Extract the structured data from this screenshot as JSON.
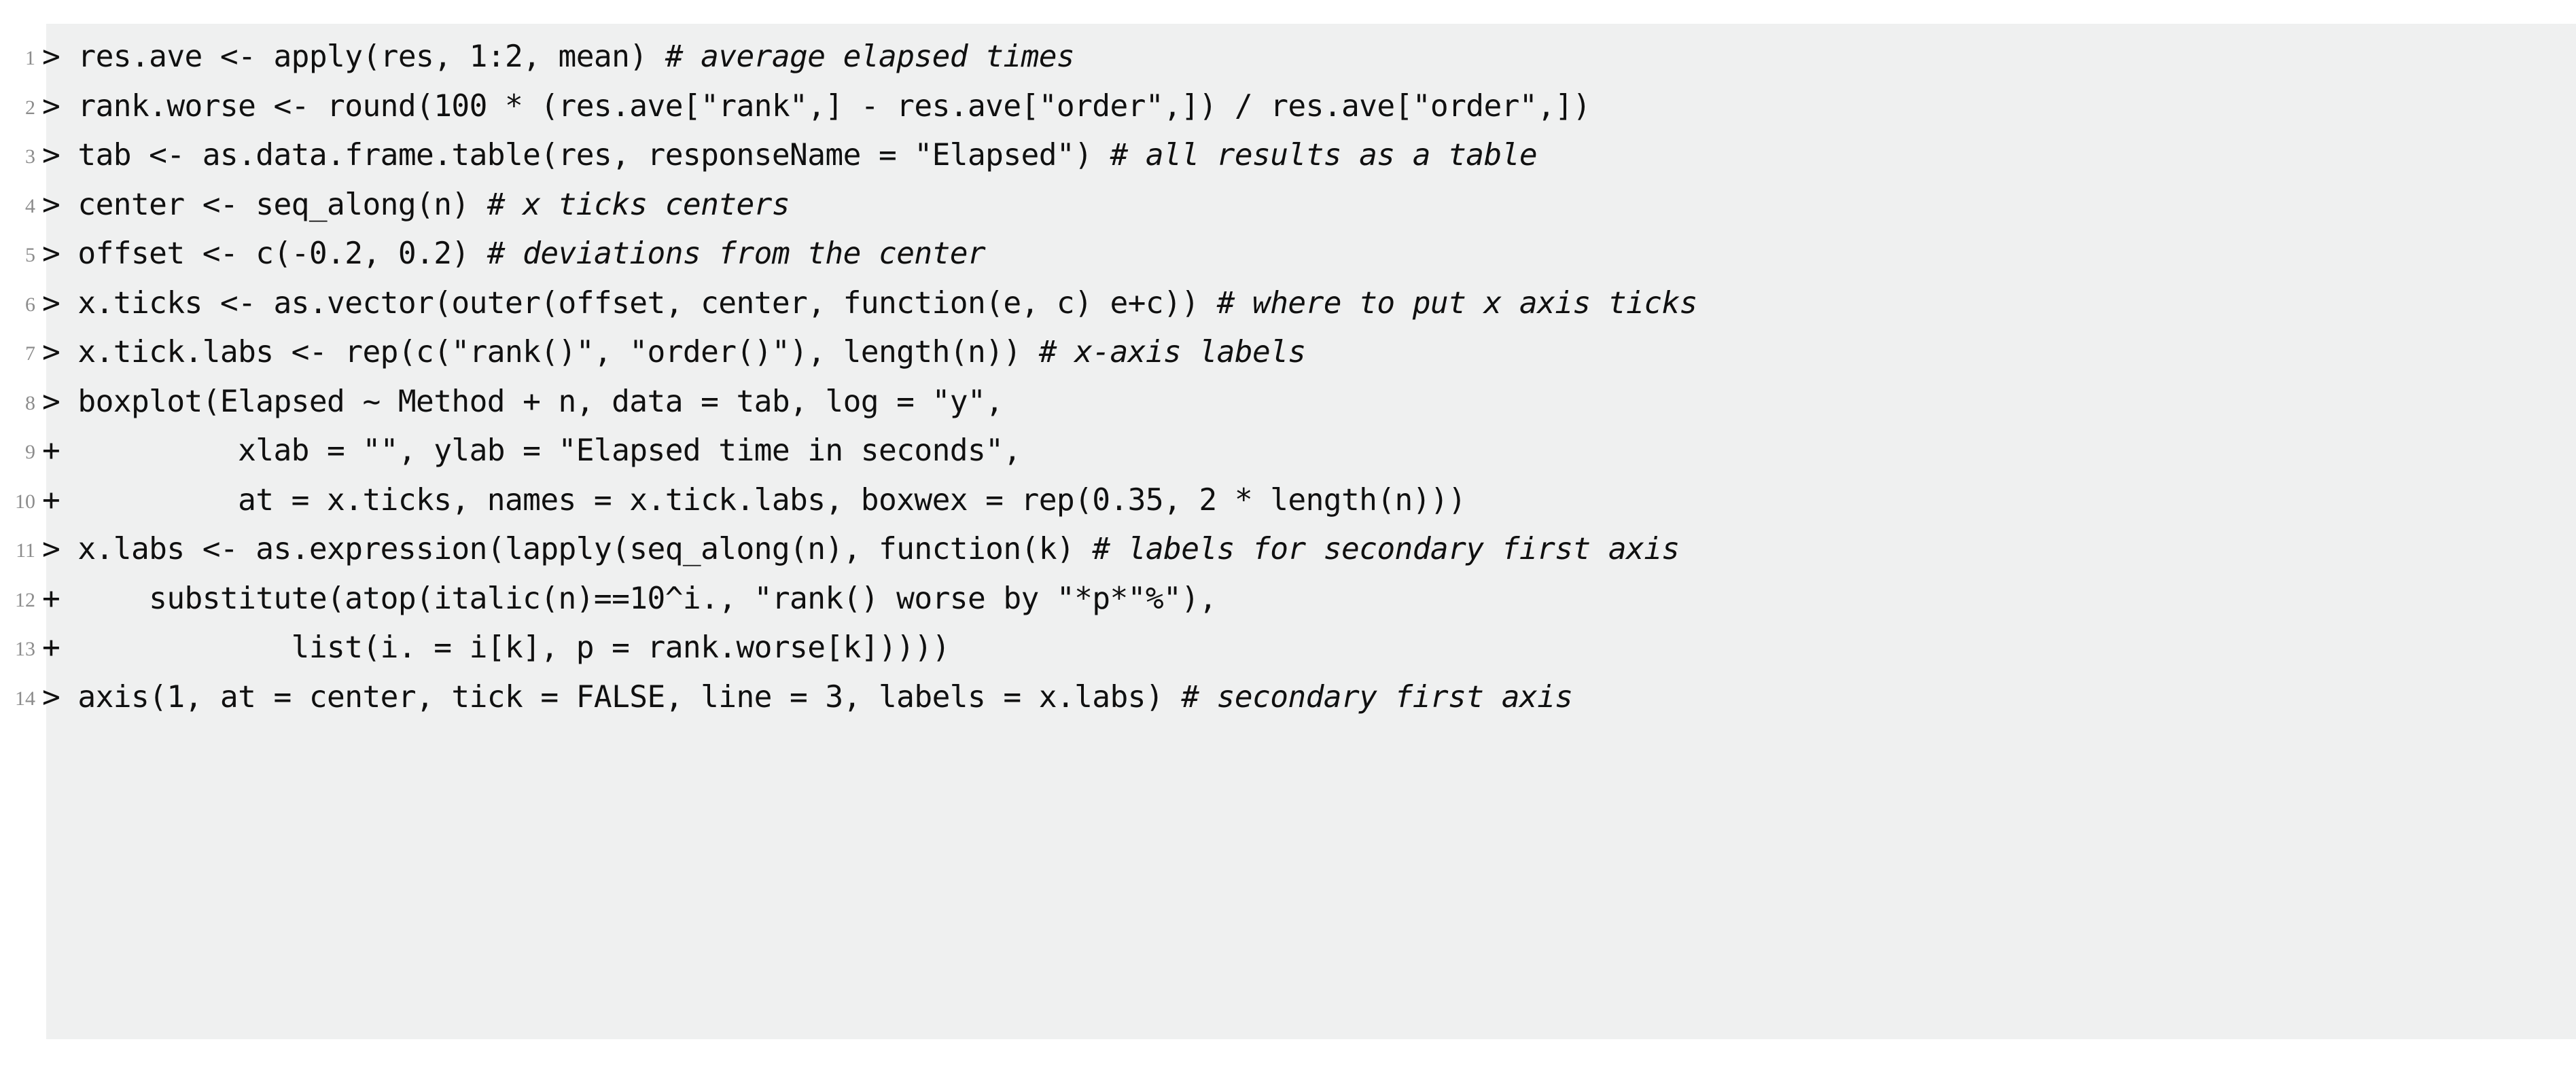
{
  "document": {
    "type": "r-code-listing",
    "background_color": "#ffffff",
    "code_block_color": "#eff0f0",
    "text_color": "#101010",
    "lineno_color": "#8c8c8c"
  },
  "lines": [
    {
      "no": "1",
      "code": "> res.ave <- apply(res, 1:2, mean) ",
      "comment": "# average elapsed times"
    },
    {
      "no": "2",
      "code": "> rank.worse <- round(100 * (res.ave[\"rank\",] - res.ave[\"order\",]) / res.ave[\"order\",])",
      "comment": ""
    },
    {
      "no": "3",
      "code": "> tab <- as.data.frame.table(res, responseName = \"Elapsed\") ",
      "comment": "# all results as a table"
    },
    {
      "no": "4",
      "code": "> center <- seq_along(n) ",
      "comment": "# x ticks centers"
    },
    {
      "no": "5",
      "code": "> offset <- c(-0.2, 0.2) ",
      "comment": "# deviations from the center"
    },
    {
      "no": "6",
      "code": "> x.ticks <- as.vector(outer(offset, center, function(e, c) e+c)) ",
      "comment": "# where to put x axis ticks"
    },
    {
      "no": "7",
      "code": "> x.tick.labs <- rep(c(\"rank()\", \"order()\"), length(n)) ",
      "comment": "# x-axis labels"
    },
    {
      "no": "8",
      "code": "> boxplot(Elapsed ~ Method + n, data = tab, log = \"y\",",
      "comment": ""
    },
    {
      "no": "9",
      "code": "+          xlab = \"\", ylab = \"Elapsed time in seconds\",",
      "comment": ""
    },
    {
      "no": "10",
      "code": "+          at = x.ticks, names = x.tick.labs, boxwex = rep(0.35, 2 * length(n)))",
      "comment": ""
    },
    {
      "no": "11",
      "code": "> x.labs <- as.expression(lapply(seq_along(n), function(k) ",
      "comment": "# labels for secondary first axis"
    },
    {
      "no": "12",
      "code": "+     substitute(atop(italic(n)==10^i., \"rank() worse by \"*p*\"%\"),",
      "comment": ""
    },
    {
      "no": "13",
      "code": "+             list(i. = i[k], p = rank.worse[k]))))",
      "comment": ""
    },
    {
      "no": "14",
      "code": "> axis(1, at = center, tick = FALSE, line = 3, labels = x.labs) ",
      "comment": "# secondary first axis"
    }
  ]
}
